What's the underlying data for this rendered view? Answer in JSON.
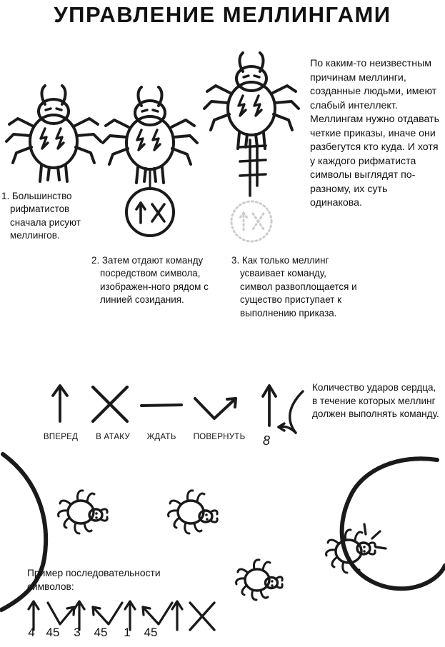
{
  "page": {
    "title": "УПРАВЛЕНИЕ МЕЛЛИНГАМИ",
    "background_color": "#ffffff",
    "ink_color": "#1a1a1a"
  },
  "intro": {
    "text": "По каким-то неизвестным причинам меллинги, созданные людьми, имеют слабый интеллект. Меллингам нужно отдавать четкие приказы, иначе они разбегутся кто куда. И хотя у каждого рифматиста символы выглядят по-разному, их суть одинакова."
  },
  "steps": [
    {
      "number": "1.",
      "text": "Большинство рифматистов сначала рисуют меллингов.",
      "figure": "melling-plain"
    },
    {
      "number": "2.",
      "text": "Затем отдают команду посредством символа, изображен-ного рядом с линией созидания.",
      "figure": "melling-with-command-circle"
    },
    {
      "number": "3.",
      "text": "Как только меллинг усваивает команду, символ развоплощается и существо приступает к выполнению приказа.",
      "figure": "melling-command-dissolving"
    }
  ],
  "symbols": {
    "items": [
      {
        "icon": "arrow-up-icon",
        "label": "ВПЕРЕД"
      },
      {
        "icon": "cross-x-icon",
        "label": "В АТАКУ"
      },
      {
        "icon": "dash-icon",
        "label": "ЖДАТЬ"
      },
      {
        "icon": "turn-right-icon",
        "label": "ПОВЕРНУТЬ"
      }
    ],
    "count_symbol": {
      "icon": "arrow-up-icon",
      "value": "8",
      "note": "Количество ударов сердца, в течение которых меллинг должен выполнять команду."
    }
  },
  "scene": {
    "left_arc": "creation-line-arc-left",
    "right_circle": "creation-line-circle-right",
    "creatures": [
      "melling-small-1",
      "melling-small-2",
      "melling-small-3",
      "melling-attacking"
    ]
  },
  "sequence": {
    "heading": "Пример последовательности символов:",
    "glyphs": [
      {
        "icon": "arrow-up-icon",
        "value": "4"
      },
      {
        "icon": "turn-right-icon",
        "value": "45"
      },
      {
        "icon": "arrow-up-icon",
        "value": "3"
      },
      {
        "icon": "turn-left-icon",
        "value": "45"
      },
      {
        "icon": "arrow-up-icon",
        "value": "1"
      },
      {
        "icon": "turn-left-icon",
        "value": "45"
      },
      {
        "icon": "cross-x-icon",
        "value": ""
      }
    ]
  }
}
